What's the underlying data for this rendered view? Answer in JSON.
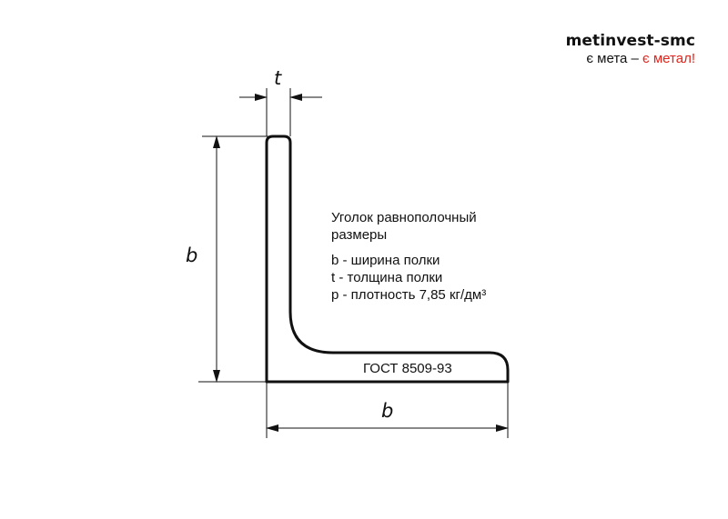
{
  "brand": {
    "name": "metinvest-smc",
    "tagline_plain": "є мета – ",
    "tagline_accent": "є метал!",
    "accent_color": "#e2231a"
  },
  "diagram": {
    "dim_thickness": "t",
    "dim_width_vertical": "b",
    "dim_width_horizontal": "b",
    "title_line1": "Уголок равнополочный",
    "title_line2": "размеры",
    "specs": [
      "b - ширина полки",
      "t - толщина полки",
      "p - плотность 7,85 кг/дм³"
    ],
    "standard": "ГОСТ 8509-93"
  }
}
